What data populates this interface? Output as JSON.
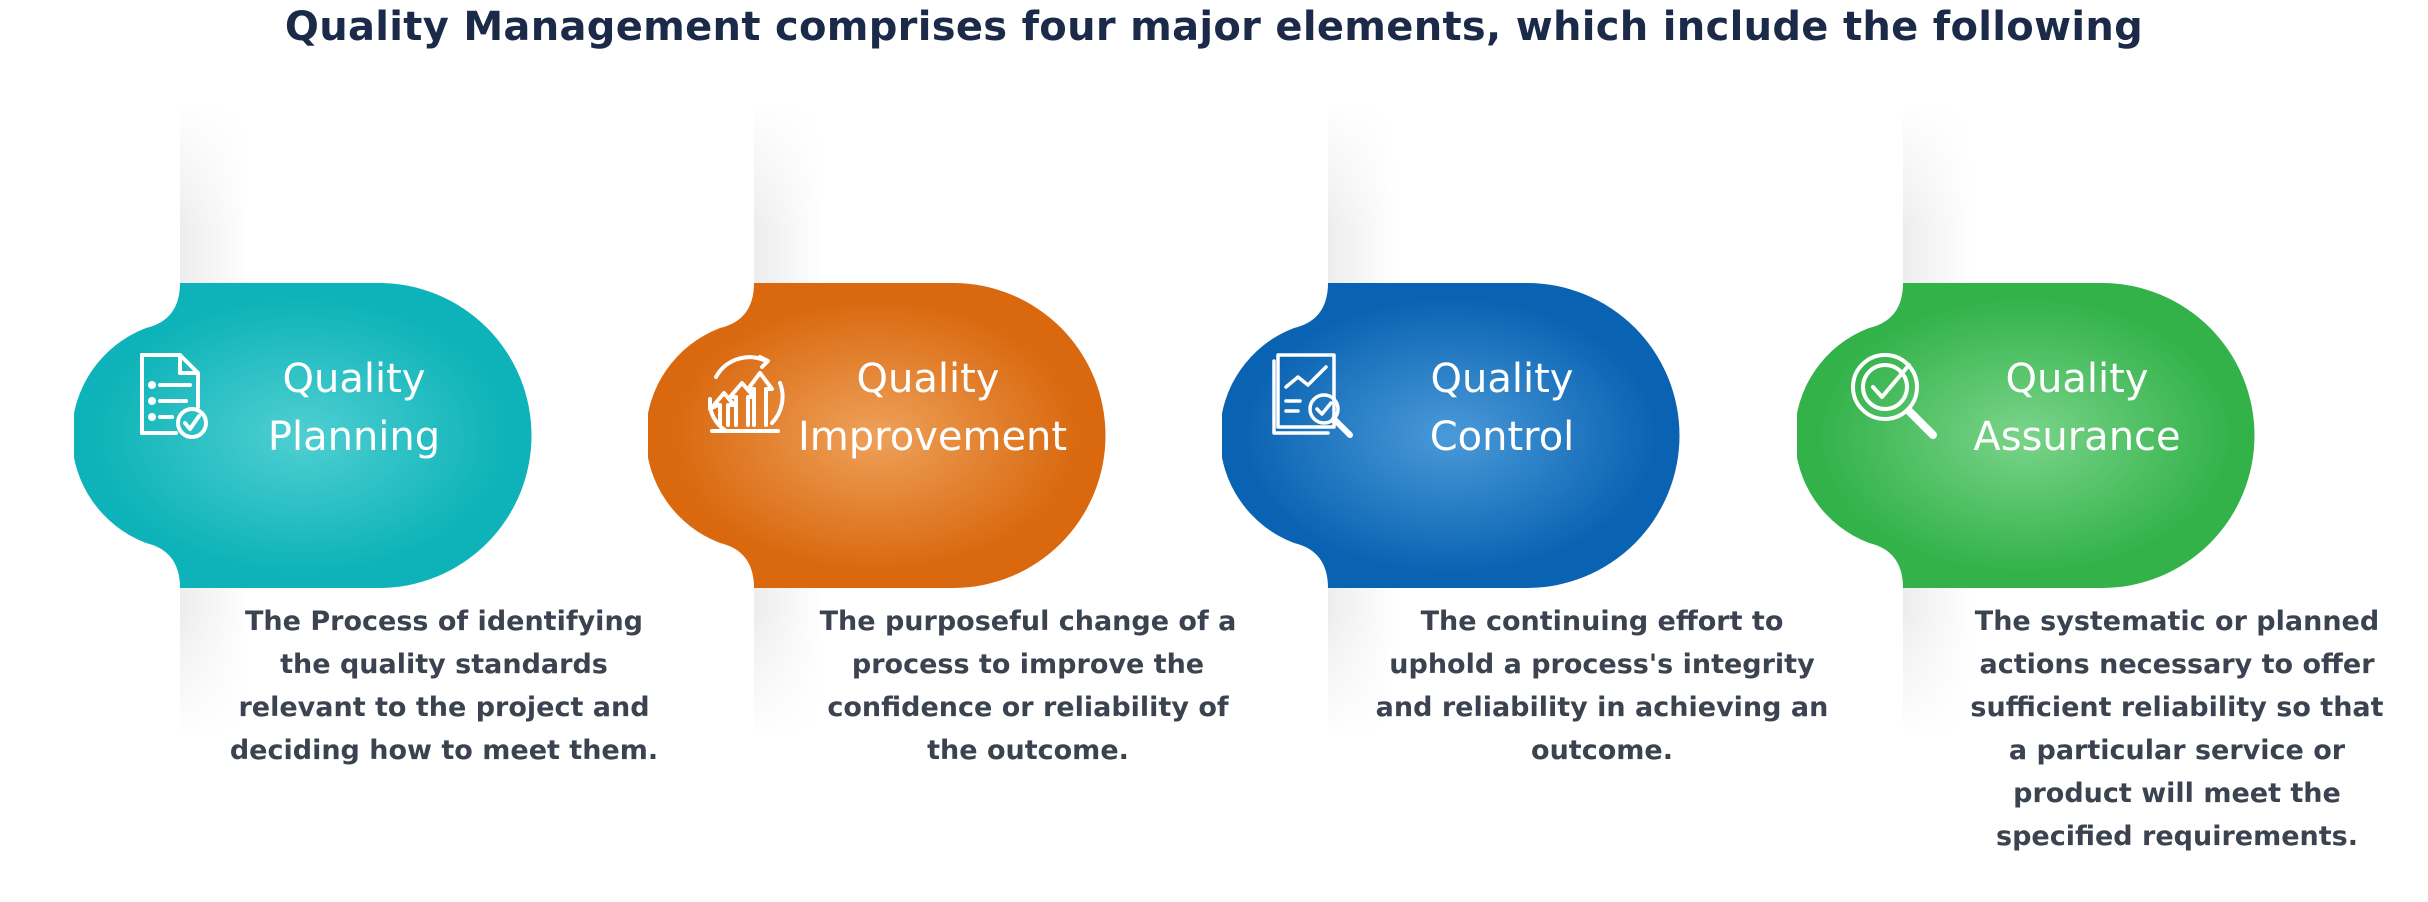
{
  "title": "Quality Management comprises four major elements, which include the following",
  "elements": [
    {
      "line1": "Quality",
      "line2": "Planning",
      "icon": "checklist-document-icon",
      "color": "#0db3b8",
      "light": "#4fcfd2",
      "description": "The Process of identifying the quality standards relevant to the project and deciding how to meet them."
    },
    {
      "line1": "Quality",
      "line2": "Improvement",
      "icon": "rising-arrows-cycle-icon",
      "color": "#d9680e",
      "light": "#eea15a",
      "description": "The purposeful change of a process to improve the confidence or reliability of the outcome."
    },
    {
      "line1": "Quality",
      "line2": "Control",
      "icon": "report-magnifier-icon",
      "color": "#0a63b2",
      "light": "#4a9ad8",
      "description": "The continuing effort to uphold a process's integrity and reliability in achieving an outcome."
    },
    {
      "line1": "Quality",
      "line2": "Assurance",
      "icon": "check-magnifier-icon",
      "color": "#33b24a",
      "light": "#7ad48a",
      "description": "The systematic or planned actions necessary to offer sufficient reliability so that a particular service or product will meet the specified requirements."
    }
  ]
}
